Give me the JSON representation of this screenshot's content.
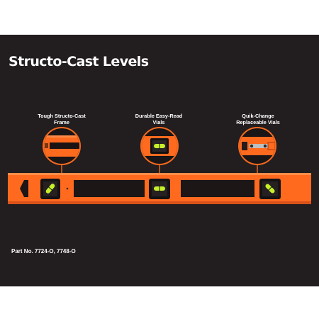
{
  "title": "Structo-Cast Levels",
  "callouts": [
    {
      "line1": "Tough Structo-Cast",
      "line2": "Frame"
    },
    {
      "line1": "Durable Easy-Read",
      "line2": "Vials"
    },
    {
      "line1": "Quik-Change",
      "line2": "Replaceable Vials"
    }
  ],
  "part_number": "Part No. 7724-O, 7748-O",
  "colors": {
    "background": "#221d1e",
    "level_orange": "#ff6a1f",
    "callout_ring": "#f46a1f",
    "vial_green": "#c6f02a"
  },
  "icons": [
    "level-tool",
    "bubble-vial",
    "magnifier-callout"
  ]
}
